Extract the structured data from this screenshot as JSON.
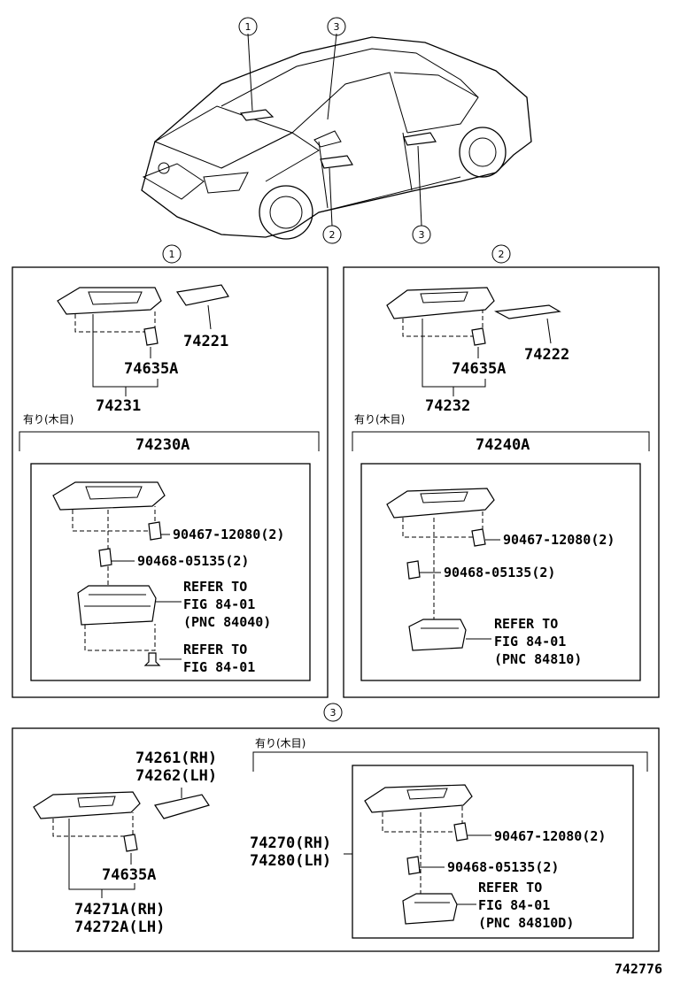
{
  "callouts": {
    "c1": "1",
    "c2": "2",
    "c3": "3"
  },
  "panel1": {
    "switch_base": "74231",
    "cover": "74221",
    "clip": "74635A",
    "opt_label": "有り(木目)",
    "assy": "74230A",
    "screw": "90467-12080(2)",
    "clip2": "90468-05135(2)",
    "refer_switch": [
      "REFER TO",
      "FIG 84-01",
      "(PNC 84040)"
    ],
    "refer_bolt": [
      "REFER TO",
      "FIG 84-01"
    ]
  },
  "panel2": {
    "switch_base": "74232",
    "cover": "74222",
    "clip": "74635A",
    "opt_label": "有り(木目)",
    "assy": "74240A",
    "screw": "90467-12080(2)",
    "clip2": "90468-05135(2)",
    "refer_switch": [
      "REFER TO",
      "FIG 84-01",
      "(PNC 84810)"
    ]
  },
  "panel3": {
    "cover": [
      "74261(RH)",
      "74262(LH)"
    ],
    "clip": "74635A",
    "switch_base": [
      "74271A(RH)",
      "74272A(LH)"
    ],
    "opt_label": "有り(木目)",
    "assy": [
      "74270(RH)",
      "74280(LH)"
    ],
    "screw": "90467-12080(2)",
    "clip2": "90468-05135(2)",
    "refer_switch": [
      "REFER TO",
      "FIG 84-01",
      "(PNC 84810D)"
    ]
  },
  "figure_id": "742776"
}
